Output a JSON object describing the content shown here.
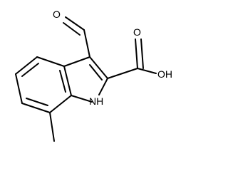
{
  "molecule": {
    "name": "",
    "atoms": {
      "aldehyde_oxygen": "O",
      "acid_carbonyl_oxygen": "O",
      "acid_hydroxyl": "OH",
      "ring_nh": "NH"
    }
  },
  "colors": {
    "bond": "#000000",
    "text": "#000000",
    "background": "#ffffff"
  }
}
